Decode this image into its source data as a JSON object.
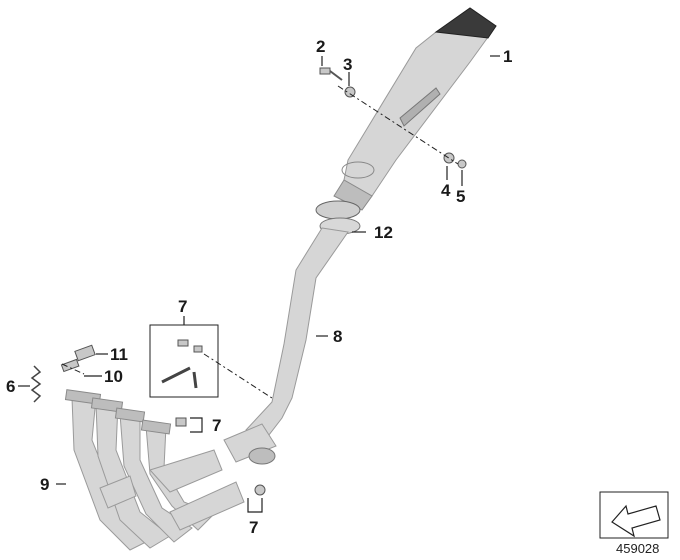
{
  "diagram": {
    "reference_number": "459028",
    "callouts": {
      "c1": "1",
      "c2": "2",
      "c3": "3",
      "c4": "4",
      "c5": "5",
      "c6": "6",
      "c7_top": "7",
      "c7_mid": "7",
      "c7_bottom": "7",
      "c8": "8",
      "c9": "9",
      "c10": "10",
      "c11": "11",
      "c12": "12"
    }
  }
}
